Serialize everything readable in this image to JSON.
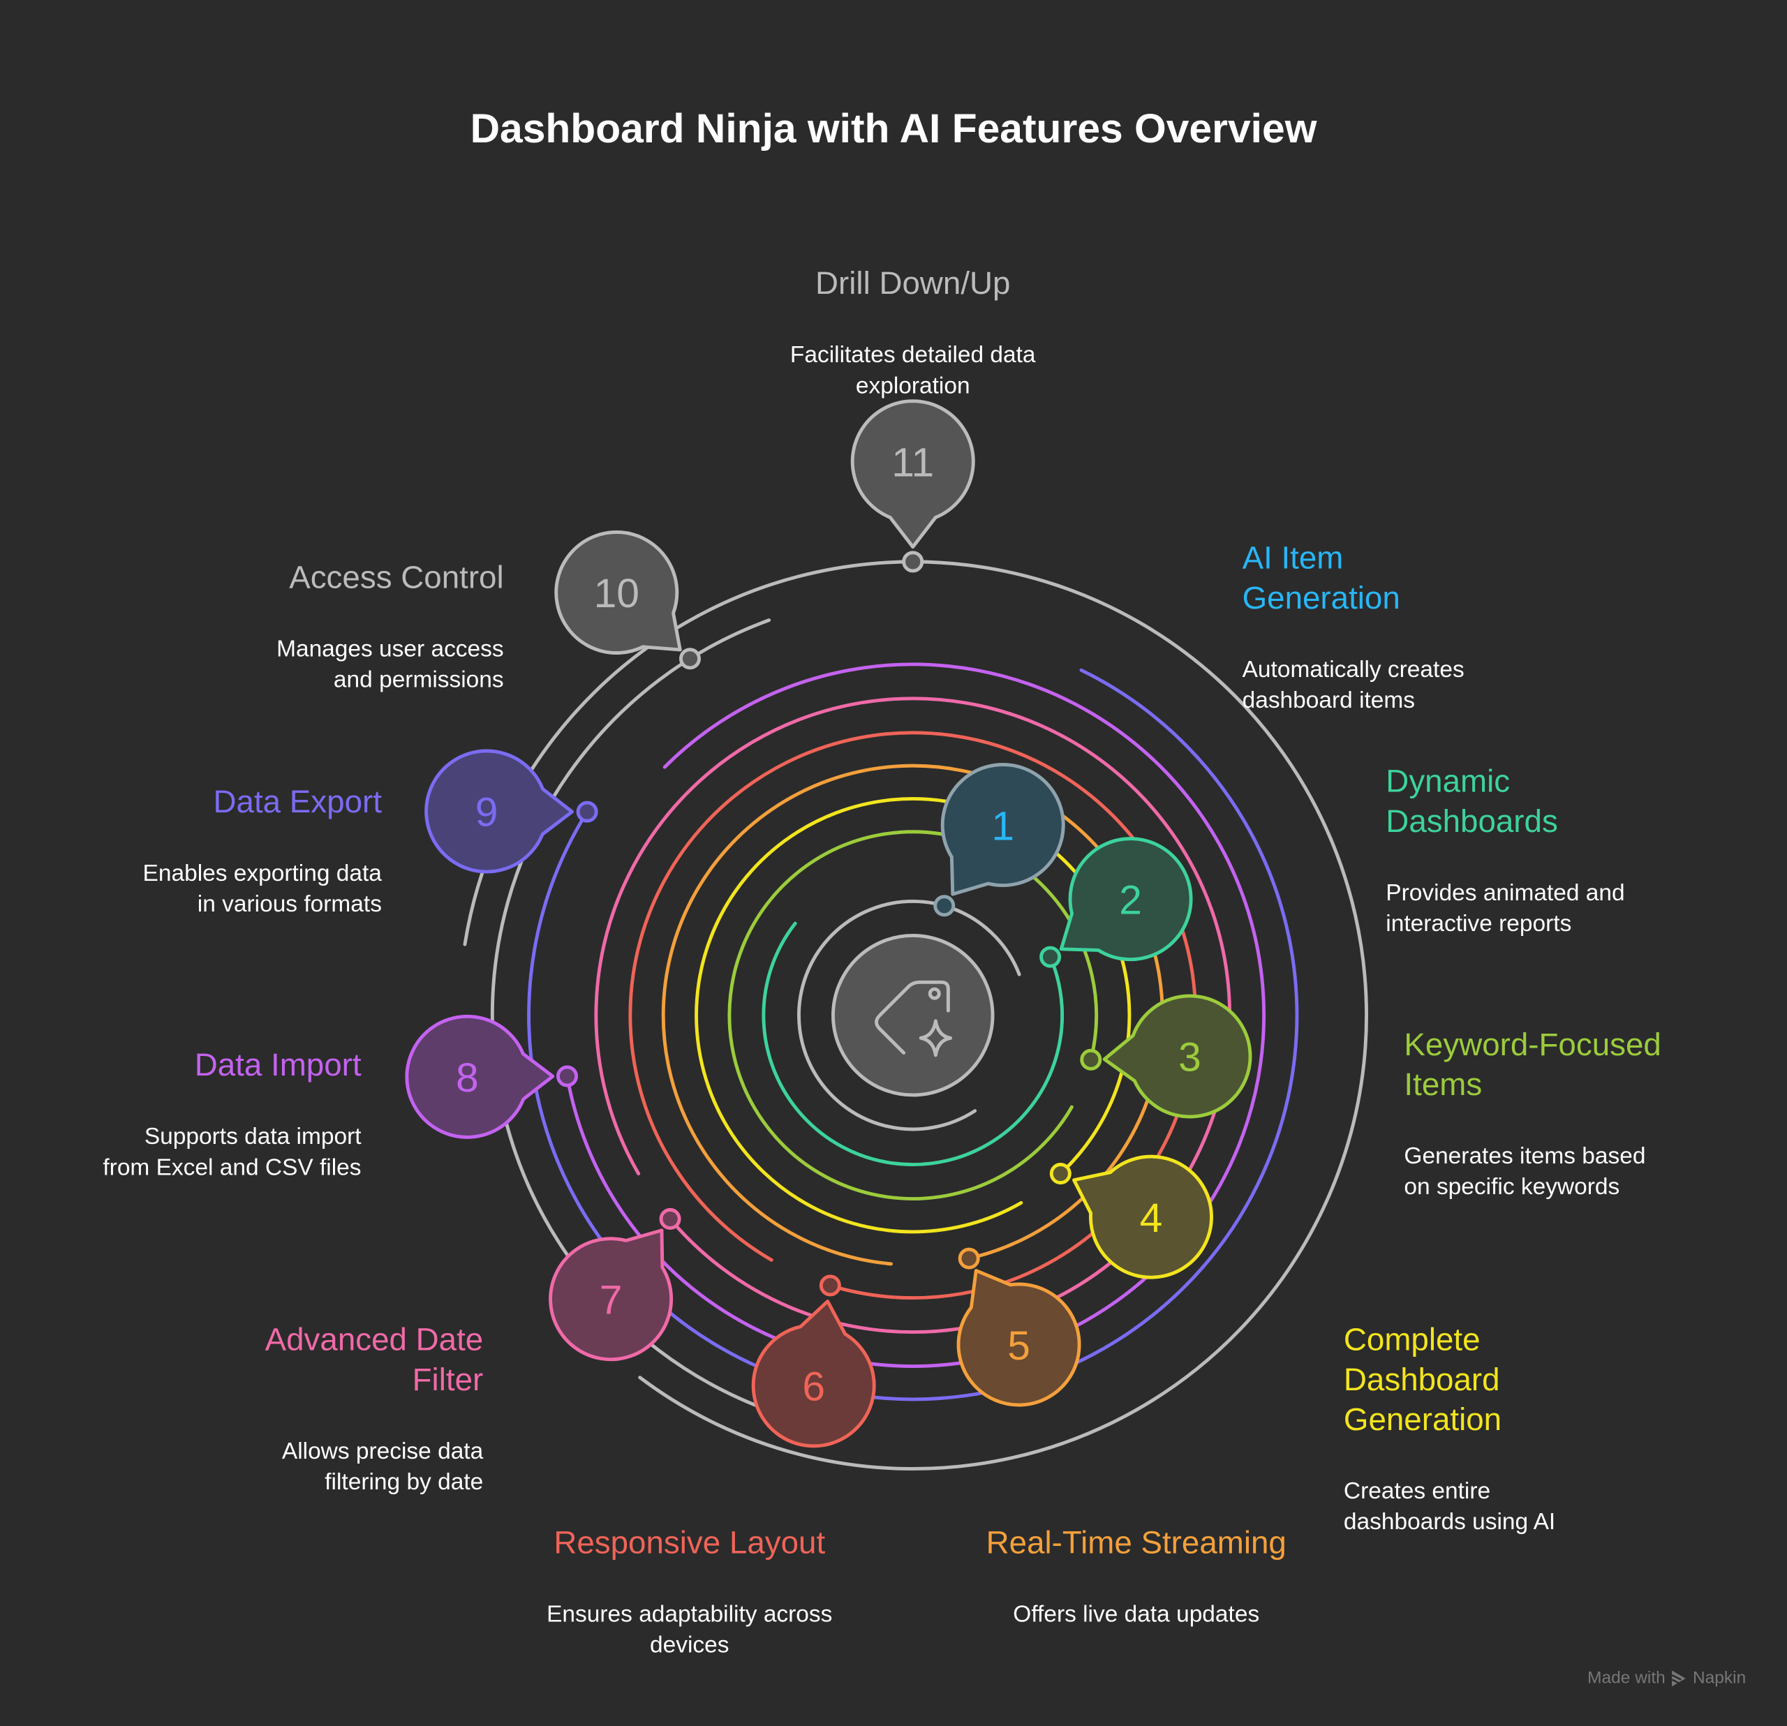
{
  "title": "Dashboard Ninja with AI Features Overview",
  "nodes": [
    {
      "num": "1",
      "title": "AI Item\nGeneration",
      "desc": "Automatically creates\ndashboard items",
      "color": "#29b6f6",
      "fill": "#2f4a57",
      "stroke": "#8fa3ad"
    },
    {
      "num": "2",
      "title": "Dynamic\nDashboards",
      "desc": "Provides animated and\ninteractive reports",
      "color": "#3dd39c",
      "fill": "#2f5245",
      "stroke": "#3dd39c"
    },
    {
      "num": "3",
      "title": "Keyword-Focused\nItems",
      "desc": "Generates items based\non specific keywords",
      "color": "#9ccc3c",
      "fill": "#4b5532",
      "stroke": "#9ccc3c"
    },
    {
      "num": "4",
      "title": "Complete\nDashboard\nGeneration",
      "desc": "Creates entire\ndashboards using AI",
      "color": "#f3e51e",
      "fill": "#5a5530",
      "stroke": "#f3e51e"
    },
    {
      "num": "5",
      "title": "Real-Time Streaming",
      "desc": "Offers live data updates",
      "color": "#f4a03c",
      "fill": "#6a4a30",
      "stroke": "#f4a03c"
    },
    {
      "num": "6",
      "title": "Responsive Layout",
      "desc": "Ensures adaptability across\ndevices",
      "color": "#f06458",
      "fill": "#6a3b38",
      "stroke": "#f06458"
    },
    {
      "num": "7",
      "title": "Advanced Date\nFilter",
      "desc": "Allows precise data\nfiltering by date",
      "color": "#f06aa8",
      "fill": "#6a3d55",
      "stroke": "#f06aa8"
    },
    {
      "num": "8",
      "title": "Data Import",
      "desc": "Supports data import\nfrom Excel and CSV files",
      "color": "#c463f0",
      "fill": "#5e3d6b",
      "stroke": "#c463f0"
    },
    {
      "num": "9",
      "title": "Data Export",
      "desc": "Enables exporting data\nin various formats",
      "color": "#7b6cf2",
      "fill": "#4a4378",
      "stroke": "#7b6cf2"
    },
    {
      "num": "10",
      "title": "Access Control",
      "desc": "Manages user access\nand permissions",
      "color": "#bbbbbb",
      "fill": "#555555",
      "stroke": "#bbbbbb"
    },
    {
      "num": "11",
      "title": "Drill Down/Up",
      "desc": "Facilitates detailed data\nexploration",
      "color": "#bbbbbb",
      "fill": "#555555",
      "stroke": "#bbbbbb"
    }
  ],
  "center_icon": "ai-tag-icon",
  "footer": {
    "made_with": "Made with",
    "brand": "Napkin"
  }
}
